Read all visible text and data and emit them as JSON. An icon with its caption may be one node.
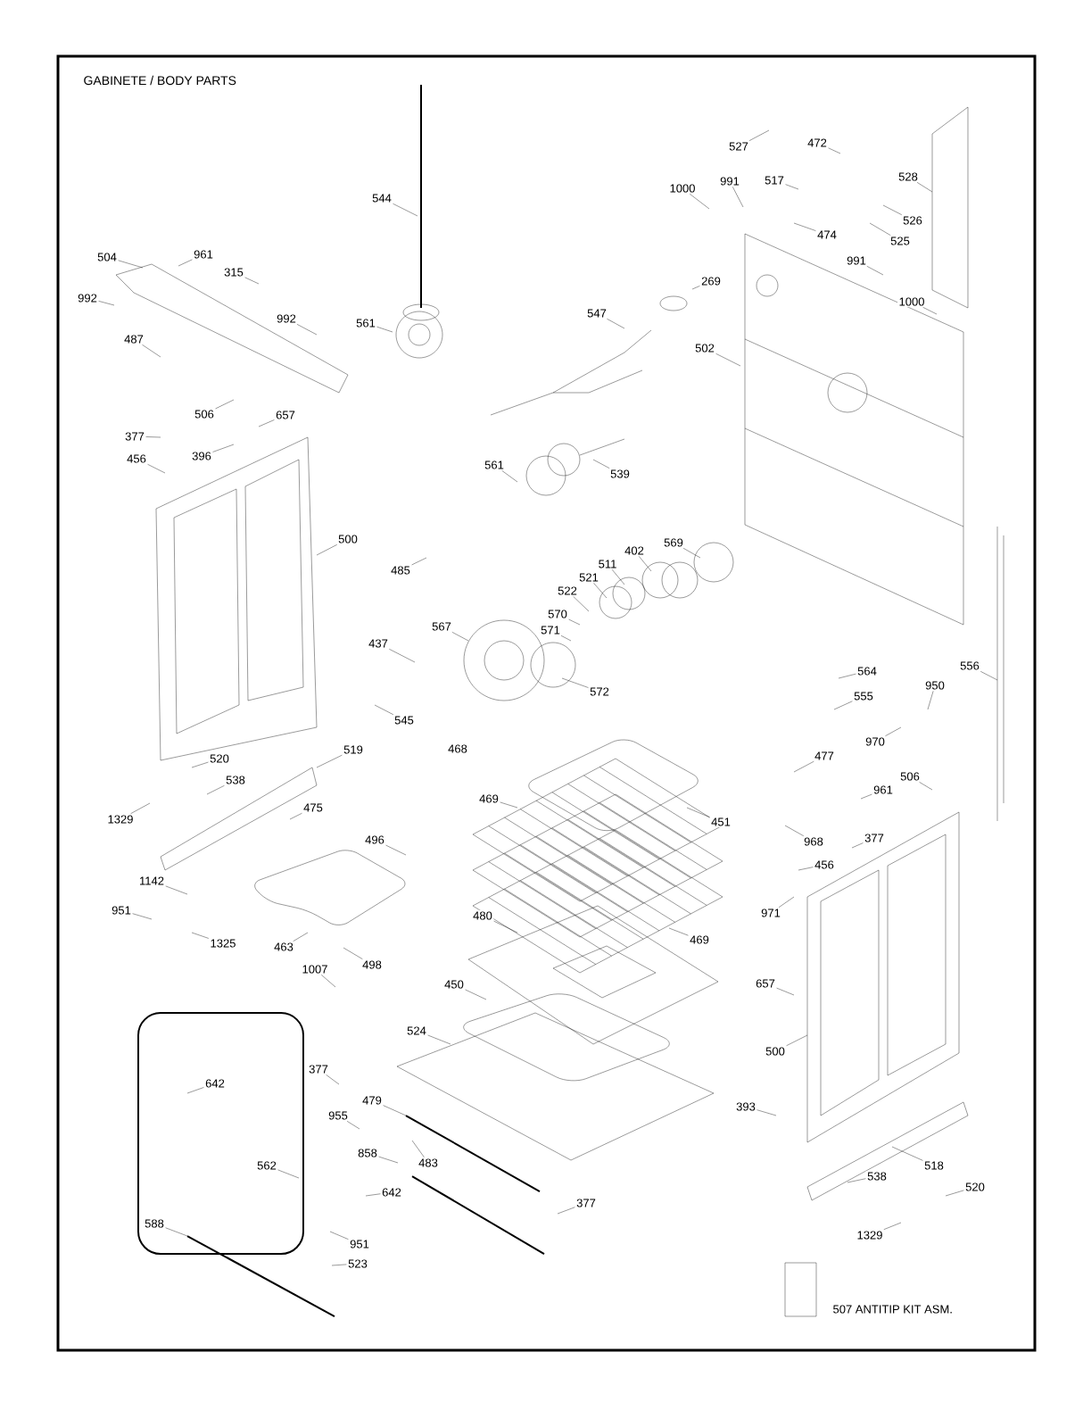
{
  "diagram": {
    "title": "GABINETE / BODY PARTS",
    "nodes": [
      {
        "text": [
          "504"
        ]
      },
      {
        "text": [
          "961"
        ]
      },
      {
        "text": [
          "315"
        ]
      },
      {
        "text": [
          "992"
        ]
      },
      {
        "text": [
          "992"
        ]
      },
      {
        "text": [
          "487"
        ]
      },
      {
        "text": [
          "561"
        ]
      },
      {
        "text": [
          "544"
        ]
      },
      {
        "text": [
          "506"
        ]
      },
      {
        "text": [
          "657"
        ]
      },
      {
        "text": [
          "377"
        ]
      },
      {
        "text": [
          "456"
        ]
      },
      {
        "text": [
          "396"
        ]
      },
      {
        "text": [
          "547"
        ]
      },
      {
        "text": [
          "269"
        ]
      },
      {
        "text": [
          "527"
        ]
      },
      {
        "text": [
          "472"
        ]
      },
      {
        "text": [
          "517"
        ]
      },
      {
        "text": [
          "1000"
        ]
      },
      {
        "text": [
          "991"
        ]
      },
      {
        "text": [
          "474"
        ]
      },
      {
        "text": [
          "526"
        ]
      },
      {
        "text": [
          "525"
        ]
      },
      {
        "text": [
          "528"
        ]
      },
      {
        "text": [
          "991"
        ]
      },
      {
        "text": [
          "1000"
        ]
      },
      {
        "text": [
          "502"
        ]
      },
      {
        "text": [
          "561"
        ]
      },
      {
        "text": [
          "539"
        ]
      },
      {
        "text": [
          "500"
        ]
      },
      {
        "text": [
          "485"
        ]
      },
      {
        "text": [
          "569"
        ]
      },
      {
        "text": [
          "402"
        ]
      },
      {
        "text": [
          "511"
        ]
      },
      {
        "text": [
          "521"
        ]
      },
      {
        "text": [
          "522"
        ]
      },
      {
        "text": [
          "570"
        ]
      },
      {
        "text": [
          "571"
        ]
      },
      {
        "text": [
          "567"
        ]
      },
      {
        "text": [
          "437"
        ]
      },
      {
        "text": [
          "572"
        ]
      },
      {
        "text": [
          "545"
        ]
      },
      {
        "text": [
          "564"
        ]
      },
      {
        "text": [
          "555"
        ]
      },
      {
        "text": [
          "950"
        ]
      },
      {
        "text": [
          "970"
        ]
      },
      {
        "text": [
          "556"
        ]
      },
      {
        "text": [
          "451"
        ]
      },
      {
        "text": [
          "469"
        ]
      },
      {
        "text": [
          "477"
        ]
      },
      {
        "text": [
          "506"
        ]
      },
      {
        "text": [
          "961"
        ]
      },
      {
        "text": [
          "968"
        ]
      },
      {
        "text": [
          "377"
        ]
      },
      {
        "text": [
          "456"
        ]
      },
      {
        "text": [
          "971"
        ]
      },
      {
        "text": [
          "520"
        ]
      },
      {
        "text": [
          "519"
        ]
      },
      {
        "text": [
          "538"
        ]
      },
      {
        "text": [
          "1329"
        ]
      },
      {
        "text": [
          "475"
        ]
      },
      {
        "text": [
          "496"
        ]
      },
      {
        "text": [
          "1142"
        ]
      },
      {
        "text": [
          "951"
        ]
      },
      {
        "text": [
          "1325"
        ]
      },
      {
        "text": [
          "463"
        ]
      },
      {
        "text": [
          "498"
        ]
      },
      {
        "text": [
          "1007"
        ]
      },
      {
        "text": [
          "480"
        ]
      },
      {
        "text": [
          "469"
        ]
      },
      {
        "text": [
          "450"
        ]
      },
      {
        "text": [
          "657"
        ]
      },
      {
        "text": [
          "500"
        ]
      },
      {
        "text": [
          "524"
        ]
      },
      {
        "text": [
          "377"
        ]
      },
      {
        "text": [
          "642"
        ]
      },
      {
        "text": [
          "955"
        ]
      },
      {
        "text": [
          "479"
        ]
      },
      {
        "text": [
          "393"
        ]
      },
      {
        "text": [
          "858"
        ]
      },
      {
        "text": [
          "483"
        ]
      },
      {
        "text": [
          "562"
        ]
      },
      {
        "text": [
          "518"
        ]
      },
      {
        "text": [
          "538"
        ]
      },
      {
        "text": [
          "520"
        ]
      },
      {
        "text": [
          "642"
        ]
      },
      {
        "text": [
          "377"
        ]
      },
      {
        "text": [
          "588"
        ]
      },
      {
        "text": [
          "951"
        ]
      },
      {
        "text": [
          "523"
        ]
      },
      {
        "text": [
          "1329"
        ]
      }
    ],
    "edges": [
      {
        "from": 0,
        "to": null,
        "arrow": "none"
      },
      {
        "from": 1,
        "to": null,
        "arrow": "none"
      },
      {
        "from": 2,
        "to": null,
        "arrow": "none"
      },
      {
        "from": 3,
        "to": null,
        "arrow": "none"
      },
      {
        "from": 4,
        "to": null,
        "arrow": "none"
      },
      {
        "from": 5,
        "to": null,
        "arrow": "none"
      },
      {
        "from": 6,
        "to": null,
        "arrow": "none"
      },
      {
        "from": 7,
        "to": null,
        "arrow": "none"
      },
      {
        "from": 8,
        "to": null,
        "arrow": "none"
      },
      {
        "from": 9,
        "to": null,
        "arrow": "none"
      },
      {
        "from": 10,
        "to": null,
        "arrow": "none"
      },
      {
        "from": 11,
        "to": null,
        "arrow": "none"
      },
      {
        "from": 12,
        "to": null,
        "arrow": "none"
      },
      {
        "from": 13,
        "to": null,
        "arrow": "none"
      },
      {
        "from": 14,
        "to": null,
        "arrow": "none"
      },
      {
        "from": 15,
        "to": null,
        "arrow": "none"
      },
      {
        "from": 16,
        "to": null,
        "arrow": "none"
      },
      {
        "from": 17,
        "to": null,
        "arrow": "none"
      },
      {
        "from": 18,
        "to": null,
        "arrow": "none"
      },
      {
        "from": 19,
        "to": null,
        "arrow": "none"
      },
      {
        "from": 20,
        "to": null,
        "arrow": "none"
      },
      {
        "from": 21,
        "to": null,
        "arrow": "none"
      },
      {
        "from": 22,
        "to": null,
        "arrow": "none"
      },
      {
        "from": 23,
        "to": null,
        "arrow": "none"
      },
      {
        "from": 24,
        "to": null,
        "arrow": "none"
      },
      {
        "from": 25,
        "to": null,
        "arrow": "none"
      },
      {
        "from": 26,
        "to": null,
        "arrow": "none"
      },
      {
        "from": 27,
        "to": null,
        "arrow": "none"
      },
      {
        "from": 28,
        "to": null,
        "arrow": "none"
      },
      {
        "from": 29,
        "to": null,
        "arrow": "none"
      },
      {
        "from": 30,
        "to": null,
        "arrow": "none"
      },
      {
        "from": 31,
        "to": null,
        "arrow": "none"
      },
      {
        "from": 32,
        "to": null,
        "arrow": "none"
      },
      {
        "from": 33,
        "to": null,
        "arrow": "none"
      },
      {
        "from": 34,
        "to": null,
        "arrow": "none"
      },
      {
        "from": 35,
        "to": null,
        "arrow": "none"
      },
      {
        "from": 36,
        "to": null,
        "arrow": "none"
      },
      {
        "from": 37,
        "to": null,
        "arrow": "none"
      },
      {
        "from": 38,
        "to": null,
        "arrow": "none"
      },
      {
        "from": 39,
        "to": null,
        "arrow": "none"
      },
      {
        "from": 40,
        "to": null,
        "arrow": "none"
      },
      {
        "from": 41,
        "to": null,
        "arrow": "none"
      },
      {
        "from": 42,
        "to": null,
        "arrow": "none"
      },
      {
        "from": 43,
        "to": null,
        "arrow": "none"
      },
      {
        "from": 44,
        "to": null,
        "arrow": "none"
      },
      {
        "from": 45,
        "to": null,
        "arrow": "none"
      },
      {
        "from": 46,
        "to": null,
        "arrow": "none"
      },
      {
        "from": 47,
        "to": null,
        "arrow": "none"
      },
      {
        "from": 48,
        "to": null,
        "arrow": "none"
      },
      {
        "from": 49,
        "to": null,
        "arrow": "none"
      },
      {
        "from": 50,
        "to": null,
        "arrow": "none"
      },
      {
        "from": 51,
        "to": null,
        "arrow": "none"
      },
      {
        "from": 52,
        "to": null,
        "arrow": "none"
      },
      {
        "from": 53,
        "to": null,
        "arrow": "none"
      },
      {
        "from": 54,
        "to": null,
        "arrow": "none"
      },
      {
        "from": 55,
        "to": null,
        "arrow": "none"
      },
      {
        "from": 56,
        "to": null,
        "arrow": "none"
      },
      {
        "from": 57,
        "to": null,
        "arrow": "none"
      },
      {
        "from": 58,
        "to": null,
        "arrow": "none"
      },
      {
        "from": 59,
        "to": null,
        "arrow": "none"
      },
      {
        "from": 60,
        "to": null,
        "arrow": "none"
      },
      {
        "from": 61,
        "to": null,
        "arrow": "none"
      },
      {
        "from": 62,
        "to": null,
        "arrow": "none"
      },
      {
        "from": 63,
        "to": null,
        "arrow": "none"
      },
      {
        "from": 64,
        "to": null,
        "arrow": "none"
      },
      {
        "from": 65,
        "to": null,
        "arrow": "none"
      },
      {
        "from": 66,
        "to": null,
        "arrow": "none"
      },
      {
        "from": 67,
        "to": null,
        "arrow": "none"
      },
      {
        "from": 68,
        "to": null,
        "arrow": "none"
      },
      {
        "from": 69,
        "to": null,
        "arrow": "none"
      },
      {
        "from": 70,
        "to": null,
        "arrow": "none"
      },
      {
        "from": 71,
        "to": null,
        "arrow": "none"
      },
      {
        "from": 72,
        "to": null,
        "arrow": "none"
      },
      {
        "from": 73,
        "to": null,
        "arrow": "none"
      },
      {
        "from": 74,
        "to": null,
        "arrow": "none"
      },
      {
        "from": 75,
        "to": null,
        "arrow": "none"
      },
      {
        "from": 76,
        "to": null,
        "arrow": "none"
      },
      {
        "from": 77,
        "to": null,
        "arrow": "none"
      },
      {
        "from": 78,
        "to": null,
        "arrow": "none"
      },
      {
        "from": 79,
        "to": null,
        "arrow": "none"
      },
      {
        "from": 80,
        "to": null,
        "arrow": "none"
      },
      {
        "from": 81,
        "to": null,
        "arrow": "none"
      },
      {
        "from": 82,
        "to": null,
        "arrow": "none"
      },
      {
        "from": 83,
        "to": null,
        "arrow": "none"
      },
      {
        "from": 84,
        "to": null,
        "arrow": "none"
      },
      {
        "from": 85,
        "to": null,
        "arrow": "none"
      },
      {
        "from": 86,
        "to": null,
        "arrow": "none"
      },
      {
        "from": 87,
        "to": null,
        "arrow": "none"
      },
      {
        "from": 88,
        "to": null,
        "arrow": "none"
      },
      {
        "from": 89,
        "to": null,
        "arrow": "none"
      },
      {
        "from": 90,
        "to": null,
        "arrow": "none"
      }
    ],
    "labels": [
      "468",
      "507 ANTITIP KIT ASM."
    ]
  }
}
